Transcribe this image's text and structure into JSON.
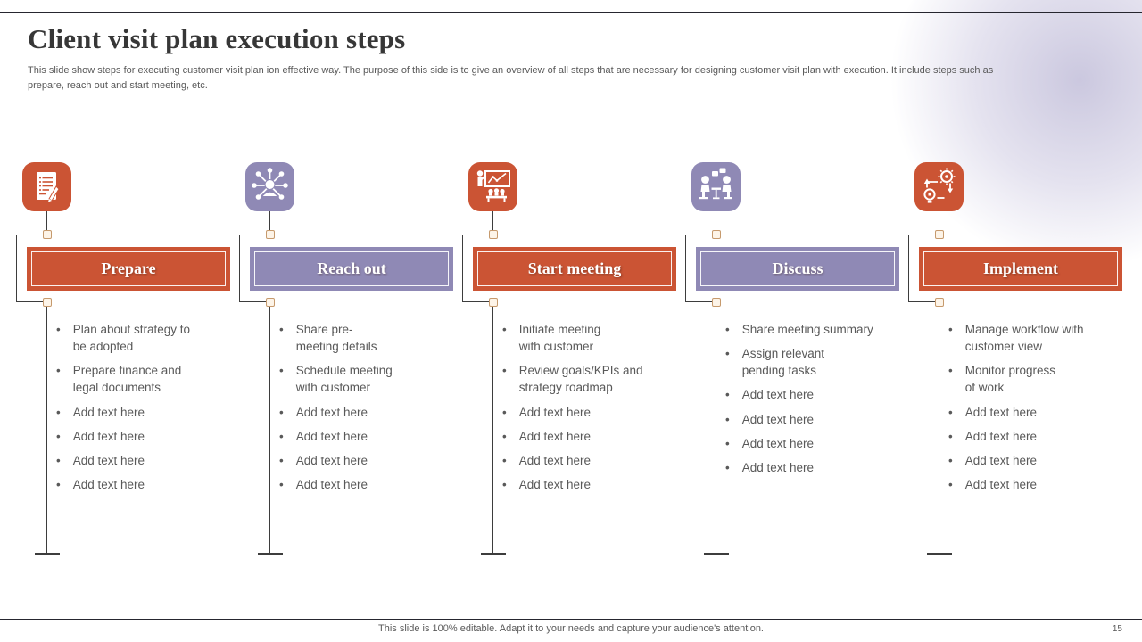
{
  "slide": {
    "title": "Client visit plan execution steps",
    "subtitle": "This slide show steps for executing customer visit plan ion effective way. The purpose of this side is to give an overview of all steps that are necessary for designing customer visit plan with execution. It include steps such as\nprepare, reach out and start meeting, etc.",
    "footer": "This slide is 100% editable. Adapt it to your needs and capture your audience's attention.",
    "page_number": "15"
  },
  "colors": {
    "orange": "#cb5434",
    "purple": "#8f89b5",
    "rule_dark": "#26262f",
    "text_gray": "#595959",
    "connector": "#3d3d3d",
    "node_border": "#c69a6d"
  },
  "steps": [
    {
      "title": "Prepare",
      "color": "orange",
      "icon": "document-pen-icon",
      "bullets": [
        "Plan about strategy to\nbe adopted",
        "Prepare finance and\nlegal documents",
        "Add text here",
        "Add text here",
        "Add text here",
        "Add text here"
      ]
    },
    {
      "title": "Reach out",
      "color": "purple",
      "icon": "network-person-icon",
      "bullets": [
        "Share pre-\nmeeting details",
        "Schedule meeting\nwith customer",
        "Add text here",
        "Add text here",
        "Add text here",
        "Add text here"
      ]
    },
    {
      "title": "Start meeting",
      "color": "orange",
      "icon": "presentation-chart-icon",
      "bullets": [
        "Initiate meeting\nwith customer",
        "Review goals/KPIs and\nstrategy roadmap",
        "Add text here",
        "Add text here",
        "Add text here",
        "Add text here"
      ]
    },
    {
      "title": "Discuss",
      "color": "purple",
      "icon": "discussion-table-icon",
      "bullets": [
        "Share meeting summary",
        "Assign relevant\npending tasks",
        "Add text here",
        "Add text here",
        "Add text here",
        "Add text here"
      ]
    },
    {
      "title": "Implement",
      "color": "orange",
      "icon": "workflow-cycle-icon",
      "bullets": [
        "Manage workflow with\ncustomer view",
        "Monitor progress\nof work",
        "Add text here",
        "Add text here",
        "Add text here",
        "Add text here"
      ]
    }
  ]
}
